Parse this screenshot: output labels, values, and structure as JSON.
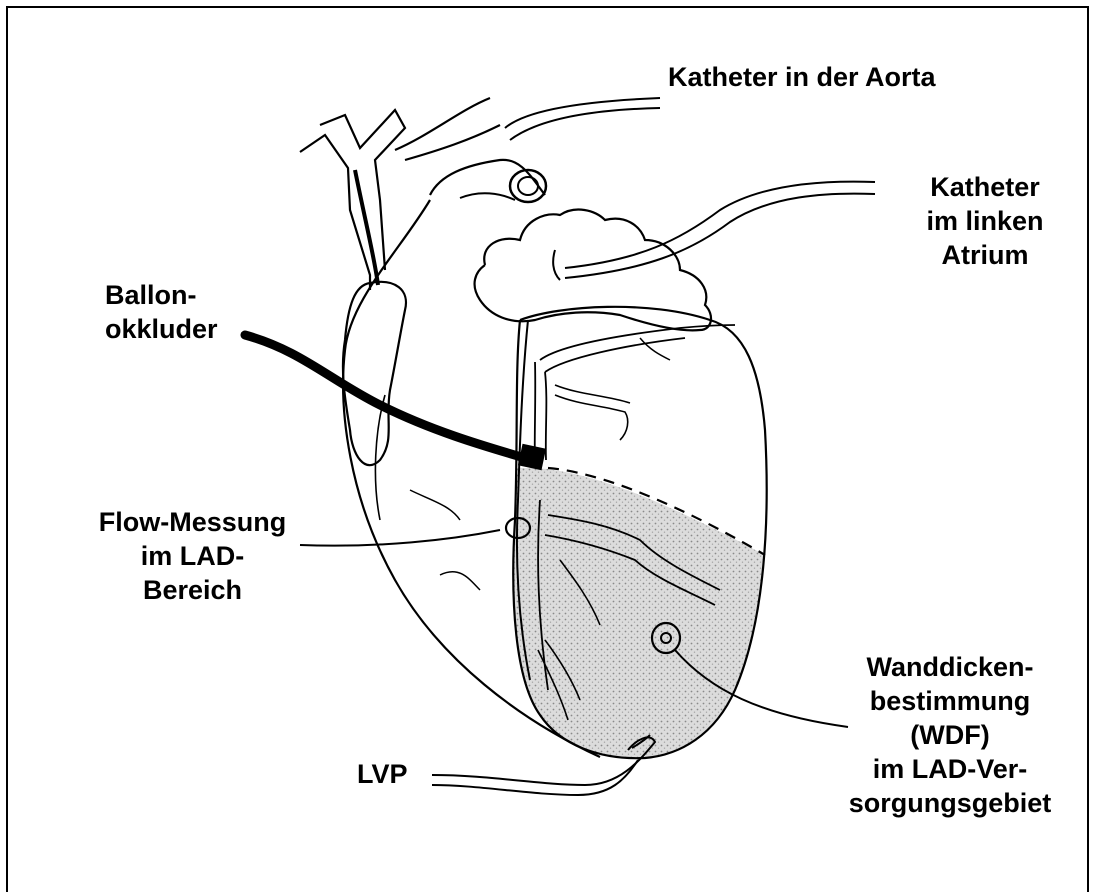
{
  "labels": {
    "aorta_catheter": [
      "Katheter in der Aorta"
    ],
    "atrium_catheter": [
      "Katheter",
      "im  linken",
      "Atrium"
    ],
    "balloon_occluder": [
      "Ballon-",
      "okkluder"
    ],
    "flow_measurement": [
      "Flow-Messung",
      "im LAD-",
      "Bereich"
    ],
    "wall_thickness": [
      "Wanddicken-",
      "bestimmung",
      "(WDF)",
      "im LAD-Ver-",
      "sorgungsgebiet"
    ],
    "lvp": [
      "LVP"
    ]
  },
  "colors": {
    "ink": "#000000",
    "shading": "#d6d6d6",
    "background": "#ffffff"
  }
}
